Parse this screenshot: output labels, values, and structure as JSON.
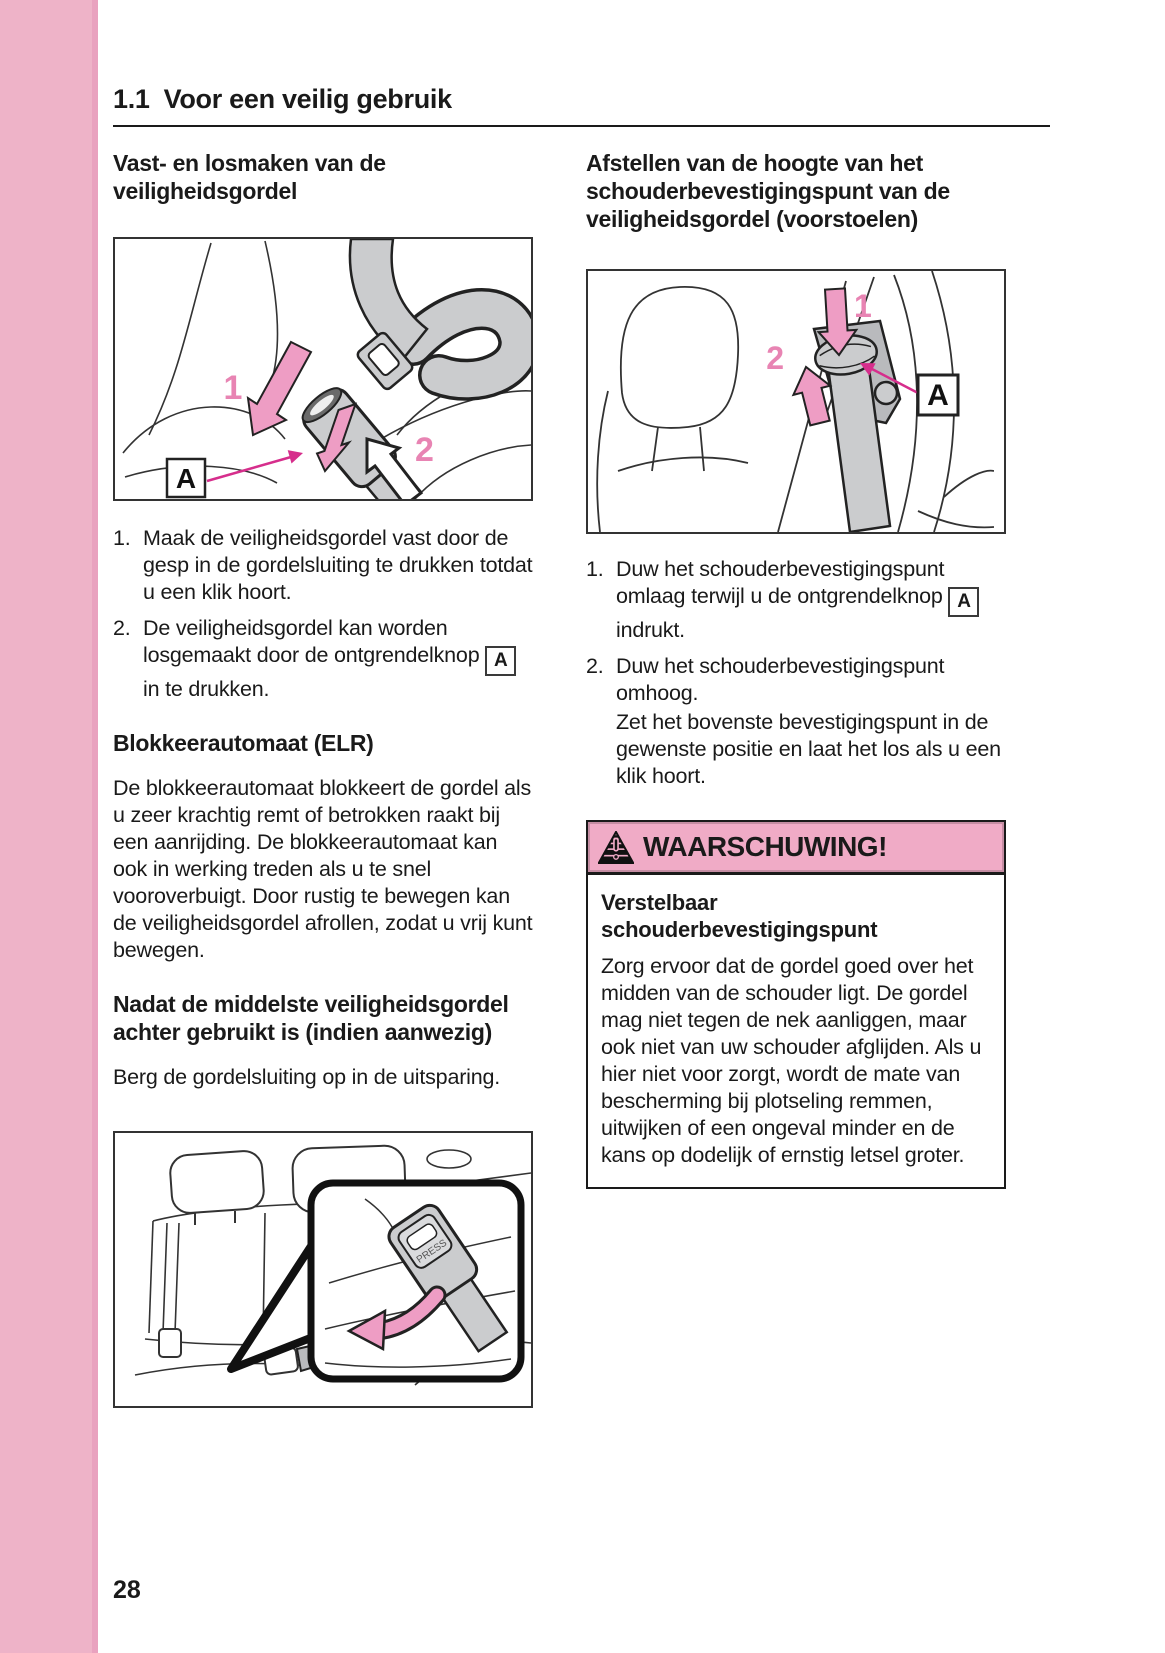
{
  "colors": {
    "sidebar_pink": "#eeb3c8",
    "sidebar_edge_pink": "#e9a2bf",
    "warning_header_pink": "#f0abc6",
    "figure_arrow_pink": "#ee9dc4",
    "pointer_magenta": "#d62e8c",
    "figure_label_pink": "#e884b3",
    "figure_gray": "#cbccce"
  },
  "header": {
    "section_number": "1.1",
    "section_title": "Voor een veilig gebruik"
  },
  "footer": {
    "page_number": "28"
  },
  "left_column": {
    "heading": "Vast- en losmaken van de veiligheidsgordel",
    "figure_buckle": {
      "label_1": "1",
      "label_2": "2",
      "label_a": "A"
    },
    "steps": [
      {
        "num": "1.",
        "text": "Maak de veiligheidsgordel vast door de gesp in de gordelsluiting te drukken totdat u een klik hoort."
      },
      {
        "num": "2.",
        "text_before": "De veiligheidsgordel kan worden losgemaakt door de ontgrendelknop",
        "badge": "A",
        "text_after": "in te drukken."
      }
    ],
    "elr_heading": "Blokkeerautomaat (ELR)",
    "elr_text": "De blokkeerautomaat blokkeert de gordel als u zeer krachtig remt of betrokken raakt bij een aanrijding. De blokkeerautomaat kan ook in werking treden als u te snel vooroverbuigt. Door rustig te bewegen kan de veiligheidsgordel afrollen, zodat u vrij kunt bewegen.",
    "middle_belt_heading": "Nadat de middelste veiligheidsgordel achter gebruikt is (indien aanwezig)",
    "middle_belt_text": "Berg de gordelsluiting op in de uitsparing.",
    "figure_storage": {
      "press_label": "PRESS"
    }
  },
  "right_column": {
    "heading": "Afstellen van de hoogte van het schouderbevestigingspunt van de veiligheidsgordel (voorstoelen)",
    "figure_anchor": {
      "label_1": "1",
      "label_2": "2",
      "label_a": "A"
    },
    "steps": [
      {
        "num": "1.",
        "text_before": "Duw het schouderbevestigingspunt omlaag terwijl u de ontgrendelknop",
        "badge": "A",
        "text_after": "indrukt."
      },
      {
        "num": "2.",
        "text": "Duw het schouderbevestigingspunt omhoog.",
        "subtext": "Zet het bovenste bevestigingspunt in de gewenste positie en laat het los als u een klik hoort."
      }
    ],
    "warning": {
      "title": "WAARSCHUWING!",
      "subheading": "Verstelbaar schouderbevestigingspunt",
      "body": "Zorg ervoor dat de gordel goed over het midden van de schouder ligt. De gordel mag niet tegen de nek aanliggen, maar ook niet van uw schouder afglijden. Als u hier niet voor zorgt, wordt de mate van bescherming bij plotseling remmen, uitwijken of een ongeval minder en de kans op dodelijk of ernstig letsel groter."
    }
  }
}
